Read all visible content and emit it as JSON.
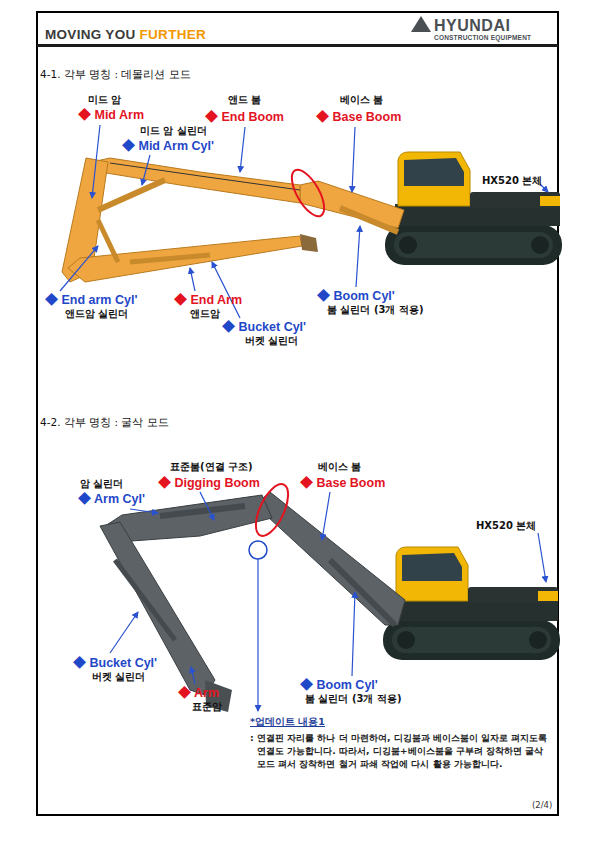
{
  "diagram": {
    "labels": [
      "MOVING YOU",
      "FURTHER",
      "HYUNDAI",
      "CONSTRUCTION EQUIPMENT",
      "4-1. 각부 명칭 : 데몰리션 모드",
      "미드 암",
      "◆ Mid Arm",
      "앤드 붐",
      "◆ End Boom",
      "베이스 붐",
      "◆ Base Boom",
      "미드 암 실린더",
      "◆ Mid Arm Cyl'",
      "HX520 본체",
      "◆ End arm Cyl'",
      "앤드암 실린더",
      "◆ End Arm",
      "앤드암",
      "◆ Boom Cyl'",
      "붐 실린더 (3개 적용)",
      "◆ Bucket Cyl'",
      "버켓 실린더",
      "4-2. 각부 명칭 : 굴삭 모드",
      "표준붐(연결 구조)",
      "◆ Digging Boom",
      "베이스 붐",
      "◆ Base Boom",
      "암 실린더",
      "◆ Arm Cyl'",
      "HX520 본체",
      "◆ Bucket Cyl'",
      "버켓 실린더",
      "◆ Arm",
      "표준암",
      "◆ Boom Cyl'",
      "붐 실린더 (3개 적용)",
      "*업데이트 내용1",
      ": 연결핀 자리를 하나 더 마련하여, 디깅붐과 베이스붐이 일자로 펴지도록 연결도 가능합니다. 따라서, 디깅붐+베이스붐을 구부려 장착하면 굴삭모드 펴서 장착하면 철거 파쇄 작업에 다시 활용 가능합니다.",
      "(2/4)"
    ]
  }
}
